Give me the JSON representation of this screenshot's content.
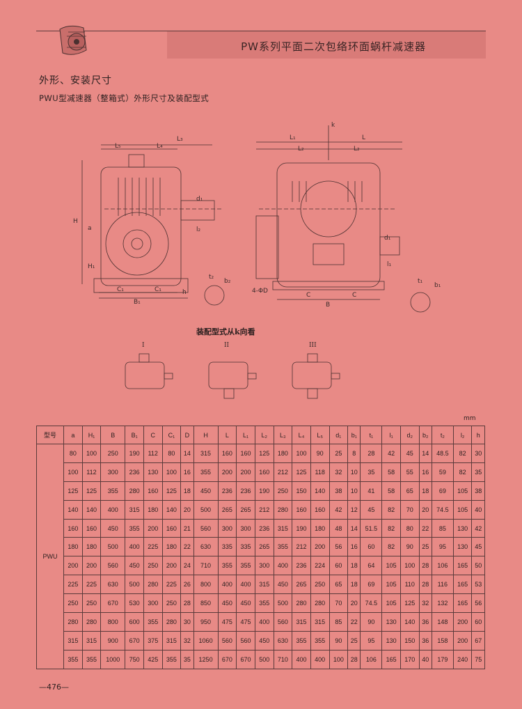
{
  "header": {
    "title": "PW系列平面二次包络环面蜗杆减速器"
  },
  "section": {
    "title": "外形、安装尺寸",
    "subtitle": "PWU型减速器（整箱式）外形尺寸及装配型式"
  },
  "drawing_labels": {
    "L5": "L₅",
    "L4": "L₄",
    "L3": "L₃",
    "H": "H",
    "a": "a",
    "H1": "H₁",
    "d1": "d₁",
    "l2": "l₂",
    "C1": "C₁",
    "B1": "B₁",
    "h": "h",
    "t2": "t₂",
    "b2": "b₂",
    "k": "k",
    "L1": "L₁",
    "L": "L",
    "L2": "L₂",
    "C": "C",
    "B": "B",
    "fourD": "4-ΦD",
    "l1": "l₁",
    "t1": "t₁",
    "b1": "b₁"
  },
  "assembly": {
    "caption": "装配型式从k向看",
    "types": [
      "I",
      "II",
      "III"
    ]
  },
  "table": {
    "unit": "mm",
    "model_header": "型号",
    "model": "PWU",
    "columns": [
      "a",
      "H₁",
      "B",
      "B₁",
      "C",
      "C₁",
      "D",
      "H",
      "L",
      "L₁",
      "L₂",
      "L₃",
      "L₄",
      "L₅",
      "d₁",
      "b₁",
      "t₁",
      "l₁",
      "d₂",
      "b₂",
      "t₂",
      "l₂",
      "h"
    ],
    "rows": [
      [
        "80",
        "100",
        "250",
        "190",
        "112",
        "80",
        "14",
        "315",
        "160",
        "160",
        "125",
        "180",
        "100",
        "90",
        "25",
        "8",
        "28",
        "42",
        "45",
        "14",
        "48.5",
        "82",
        "30"
      ],
      [
        "100",
        "112",
        "300",
        "236",
        "130",
        "100",
        "16",
        "355",
        "200",
        "200",
        "160",
        "212",
        "125",
        "118",
        "32",
        "10",
        "35",
        "58",
        "55",
        "16",
        "59",
        "82",
        "35"
      ],
      [
        "125",
        "125",
        "355",
        "280",
        "160",
        "125",
        "18",
        "450",
        "236",
        "236",
        "190",
        "250",
        "150",
        "140",
        "38",
        "10",
        "41",
        "58",
        "65",
        "18",
        "69",
        "105",
        "38"
      ],
      [
        "140",
        "140",
        "400",
        "315",
        "180",
        "140",
        "20",
        "500",
        "265",
        "265",
        "212",
        "280",
        "160",
        "160",
        "42",
        "12",
        "45",
        "82",
        "70",
        "20",
        "74.5",
        "105",
        "40"
      ],
      [
        "160",
        "160",
        "450",
        "355",
        "200",
        "160",
        "21",
        "560",
        "300",
        "300",
        "236",
        "315",
        "190",
        "180",
        "48",
        "14",
        "51.5",
        "82",
        "80",
        "22",
        "85",
        "130",
        "42"
      ],
      [
        "180",
        "180",
        "500",
        "400",
        "225",
        "180",
        "22",
        "630",
        "335",
        "335",
        "265",
        "355",
        "212",
        "200",
        "56",
        "16",
        "60",
        "82",
        "90",
        "25",
        "95",
        "130",
        "45"
      ],
      [
        "200",
        "200",
        "560",
        "450",
        "250",
        "200",
        "24",
        "710",
        "355",
        "355",
        "300",
        "400",
        "236",
        "224",
        "60",
        "18",
        "64",
        "105",
        "100",
        "28",
        "106",
        "165",
        "50"
      ],
      [
        "225",
        "225",
        "630",
        "500",
        "280",
        "225",
        "26",
        "800",
        "400",
        "400",
        "315",
        "450",
        "265",
        "250",
        "65",
        "18",
        "69",
        "105",
        "110",
        "28",
        "116",
        "165",
        "53"
      ],
      [
        "250",
        "250",
        "670",
        "530",
        "300",
        "250",
        "28",
        "850",
        "450",
        "450",
        "355",
        "500",
        "280",
        "280",
        "70",
        "20",
        "74.5",
        "105",
        "125",
        "32",
        "132",
        "165",
        "56"
      ],
      [
        "280",
        "280",
        "800",
        "600",
        "355",
        "280",
        "30",
        "950",
        "475",
        "475",
        "400",
        "560",
        "315",
        "315",
        "85",
        "22",
        "90",
        "130",
        "140",
        "36",
        "148",
        "200",
        "60"
      ],
      [
        "315",
        "315",
        "900",
        "670",
        "375",
        "315",
        "32",
        "1060",
        "560",
        "560",
        "450",
        "630",
        "355",
        "355",
        "90",
        "25",
        "95",
        "130",
        "150",
        "36",
        "158",
        "200",
        "67"
      ],
      [
        "355",
        "355",
        "1000",
        "750",
        "425",
        "355",
        "35",
        "1250",
        "670",
        "670",
        "500",
        "710",
        "400",
        "400",
        "100",
        "28",
        "106",
        "165",
        "170",
        "40",
        "179",
        "240",
        "75"
      ]
    ]
  },
  "page_number": "—476—",
  "colors": {
    "background": "#e88a86",
    "band": "#d97b78",
    "ink": "#3a2a2a"
  }
}
